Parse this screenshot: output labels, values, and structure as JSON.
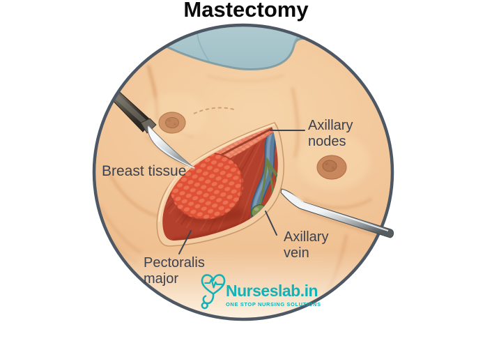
{
  "title": "Mastectomy",
  "labels": {
    "breast_tissue": "Breast tissue",
    "axillary_nodes": {
      "line1": "Axillary",
      "line2": "nodes"
    },
    "axillary_vein": {
      "line1": "Axillary",
      "line2": "vein"
    },
    "pectoralis_major": {
      "line1": "Pectoralis",
      "line2": "major"
    }
  },
  "logo": {
    "name": "Nurseslab.in",
    "tagline": "ONE STOP NURSING SOLUTIONS"
  },
  "colors": {
    "accent_teal": "#12b2b8",
    "label_text": "#3a4150",
    "circle_border": "#4d5864",
    "skin_base": "#efc093",
    "muscle_red": "#b2402c",
    "vein_blue": "#5d7f9e",
    "lymph_node_green": "#7b9054",
    "drape_blue": "#a9c6cb",
    "breast_tissue_coral": "#df5136"
  },
  "illustration_parts": [
    "surgical-drape",
    "scalpel",
    "incision",
    "breast-tissue-mass",
    "pectoralis-major-muscle",
    "axillary-vein",
    "axillary-lymph-nodes",
    "retractor",
    "left-areola",
    "right-areola"
  ]
}
